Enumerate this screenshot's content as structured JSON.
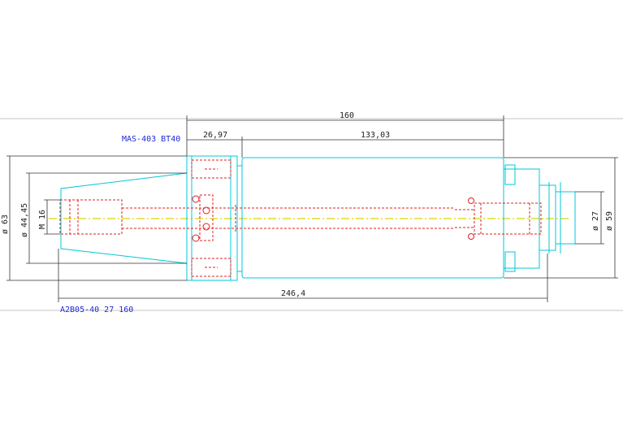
{
  "labels": {
    "spec_top": "MAS-403 BT40",
    "part_code": "A2B05-40 27 160"
  },
  "dimensions": {
    "length_total": "160",
    "taper_length": "26,97",
    "body_length": "133,03",
    "overall_length": "246,4",
    "dia_63": "ø 63",
    "dia_44_45": "ø 44,45",
    "thread_m16": "M 16",
    "dia_27": "ø 27",
    "dia_59": "ø 59"
  },
  "colors": {
    "outline": "#00c8d8",
    "hidden": "#e02020",
    "centerline": "#d8d800",
    "label": "#1f2bd6",
    "dimension": "#333333"
  }
}
